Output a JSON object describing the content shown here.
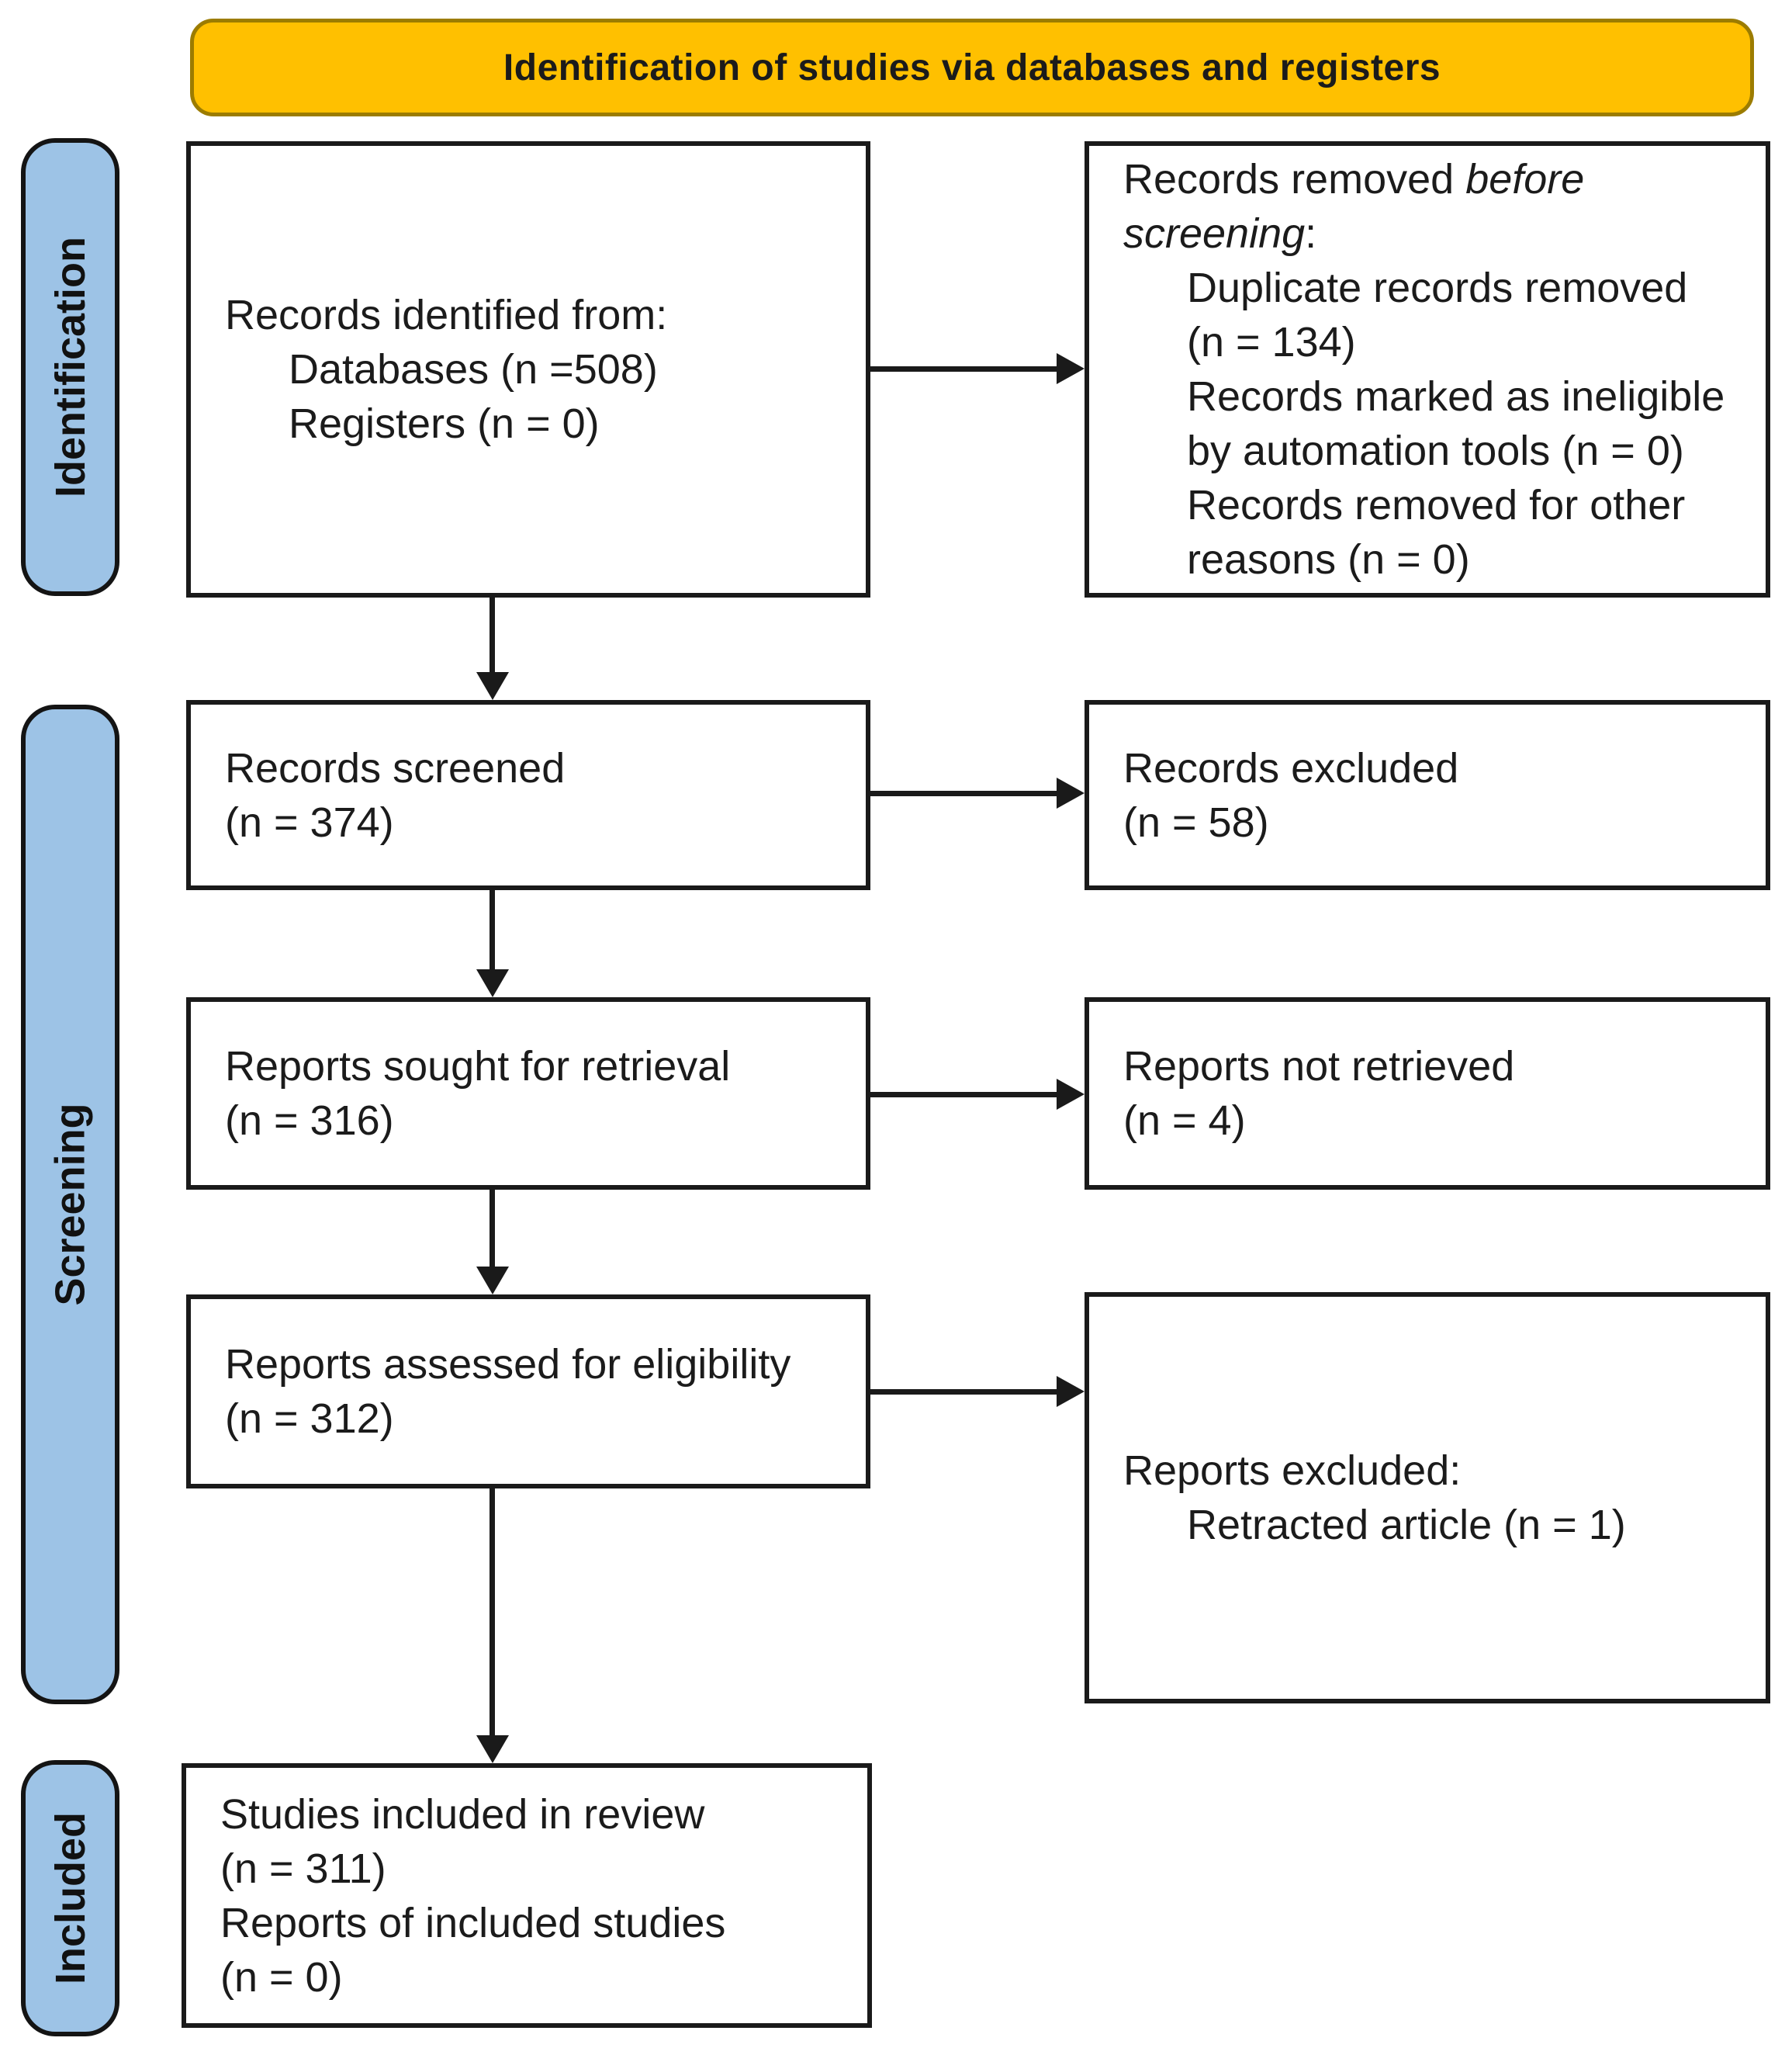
{
  "banner": {
    "title": "Identification of studies via databases and registers"
  },
  "stages": {
    "identification": "Identification",
    "screening": "Screening",
    "included": "Included"
  },
  "boxes": {
    "records_identified": {
      "heading": "Records identified from:",
      "items": [
        "Databases (n =508)",
        "Registers (n = 0)"
      ]
    },
    "records_removed": {
      "heading_normal": "Records removed ",
      "heading_italic": "before screening",
      "heading_colon": ":",
      "items": [
        "Duplicate records removed (n = 134)",
        "Records marked as ineligible by automation tools (n = 0)",
        "Records removed for other reasons (n = 0)"
      ]
    },
    "records_screened": {
      "lines": [
        "Records screened",
        "(n = 374)"
      ]
    },
    "records_excluded": {
      "lines": [
        "Records excluded",
        "(n = 58)"
      ]
    },
    "reports_sought": {
      "lines": [
        "Reports sought for retrieval",
        "(n = 316)"
      ]
    },
    "reports_not_retrieved": {
      "lines": [
        "Reports not retrieved",
        "(n = 4)"
      ]
    },
    "reports_assessed": {
      "lines": [
        "Reports assessed for eligibility",
        "(n = 312)"
      ]
    },
    "reports_excluded": {
      "heading": "Reports excluded:",
      "items": [
        "Retracted article (n = 1)"
      ]
    },
    "studies_included": {
      "lines": [
        "Studies included in review",
        "(n = 311)",
        "Reports of included studies",
        "(n = 0)"
      ]
    }
  },
  "colors": {
    "banner_bg": "#FFC000",
    "banner_border": "#9C7C00",
    "stage_bg": "#9DC3E6",
    "box_border": "#1A1A1A",
    "arrow": "#1A1A1A",
    "text": "#1B1B1B"
  }
}
